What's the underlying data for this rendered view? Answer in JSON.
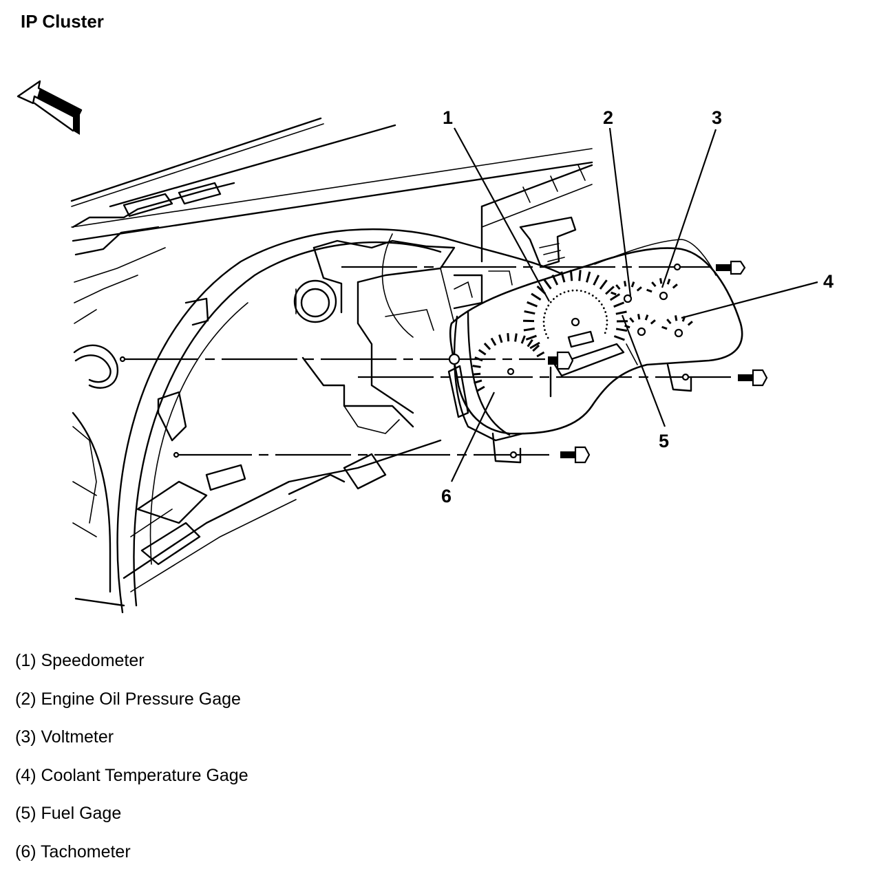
{
  "title": "IP Cluster",
  "callouts": [
    {
      "number": "1",
      "name": "Speedometer"
    },
    {
      "number": "2",
      "name": "Engine Oil Pressure Gage"
    },
    {
      "number": "3",
      "name": "Voltmeter"
    },
    {
      "number": "4",
      "name": "Coolant Temperature Gage"
    },
    {
      "number": "5",
      "name": "Fuel Gage"
    },
    {
      "number": "6",
      "name": "Tachometer"
    }
  ],
  "legend": [
    "(1) Speedometer",
    "(2) Engine Oil Pressure Gage",
    "(3) Voltmeter",
    "(4) Coolant Temperature Gage",
    "(5) Fuel Gage",
    "(6) Tachometer"
  ]
}
